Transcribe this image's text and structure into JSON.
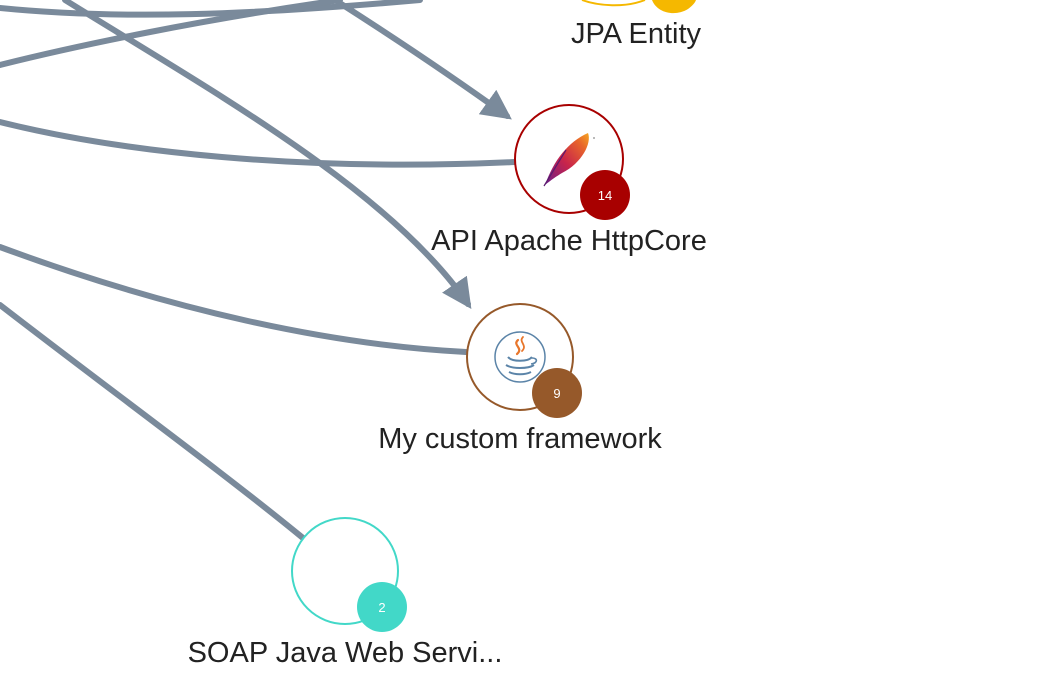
{
  "graph": {
    "edge_color": "#7a8a9b",
    "nodes": [
      {
        "id": "jpa-entity",
        "label": "JPA Entity",
        "color": "#f5b800",
        "icon": "jpa-icon",
        "badge": ""
      },
      {
        "id": "api-apache-httpcore",
        "label": "API Apache HttpCore",
        "color": "#a80000",
        "icon": "apache-feather-icon",
        "badge": "14"
      },
      {
        "id": "my-custom-framework",
        "label": "My custom framework",
        "color": "#96592a",
        "icon": "java-cup-icon",
        "badge": "9"
      },
      {
        "id": "soap-java-web-services",
        "label": "SOAP Java Web Servi...",
        "color": "#42d8c8",
        "icon": "",
        "badge": "2"
      }
    ]
  }
}
